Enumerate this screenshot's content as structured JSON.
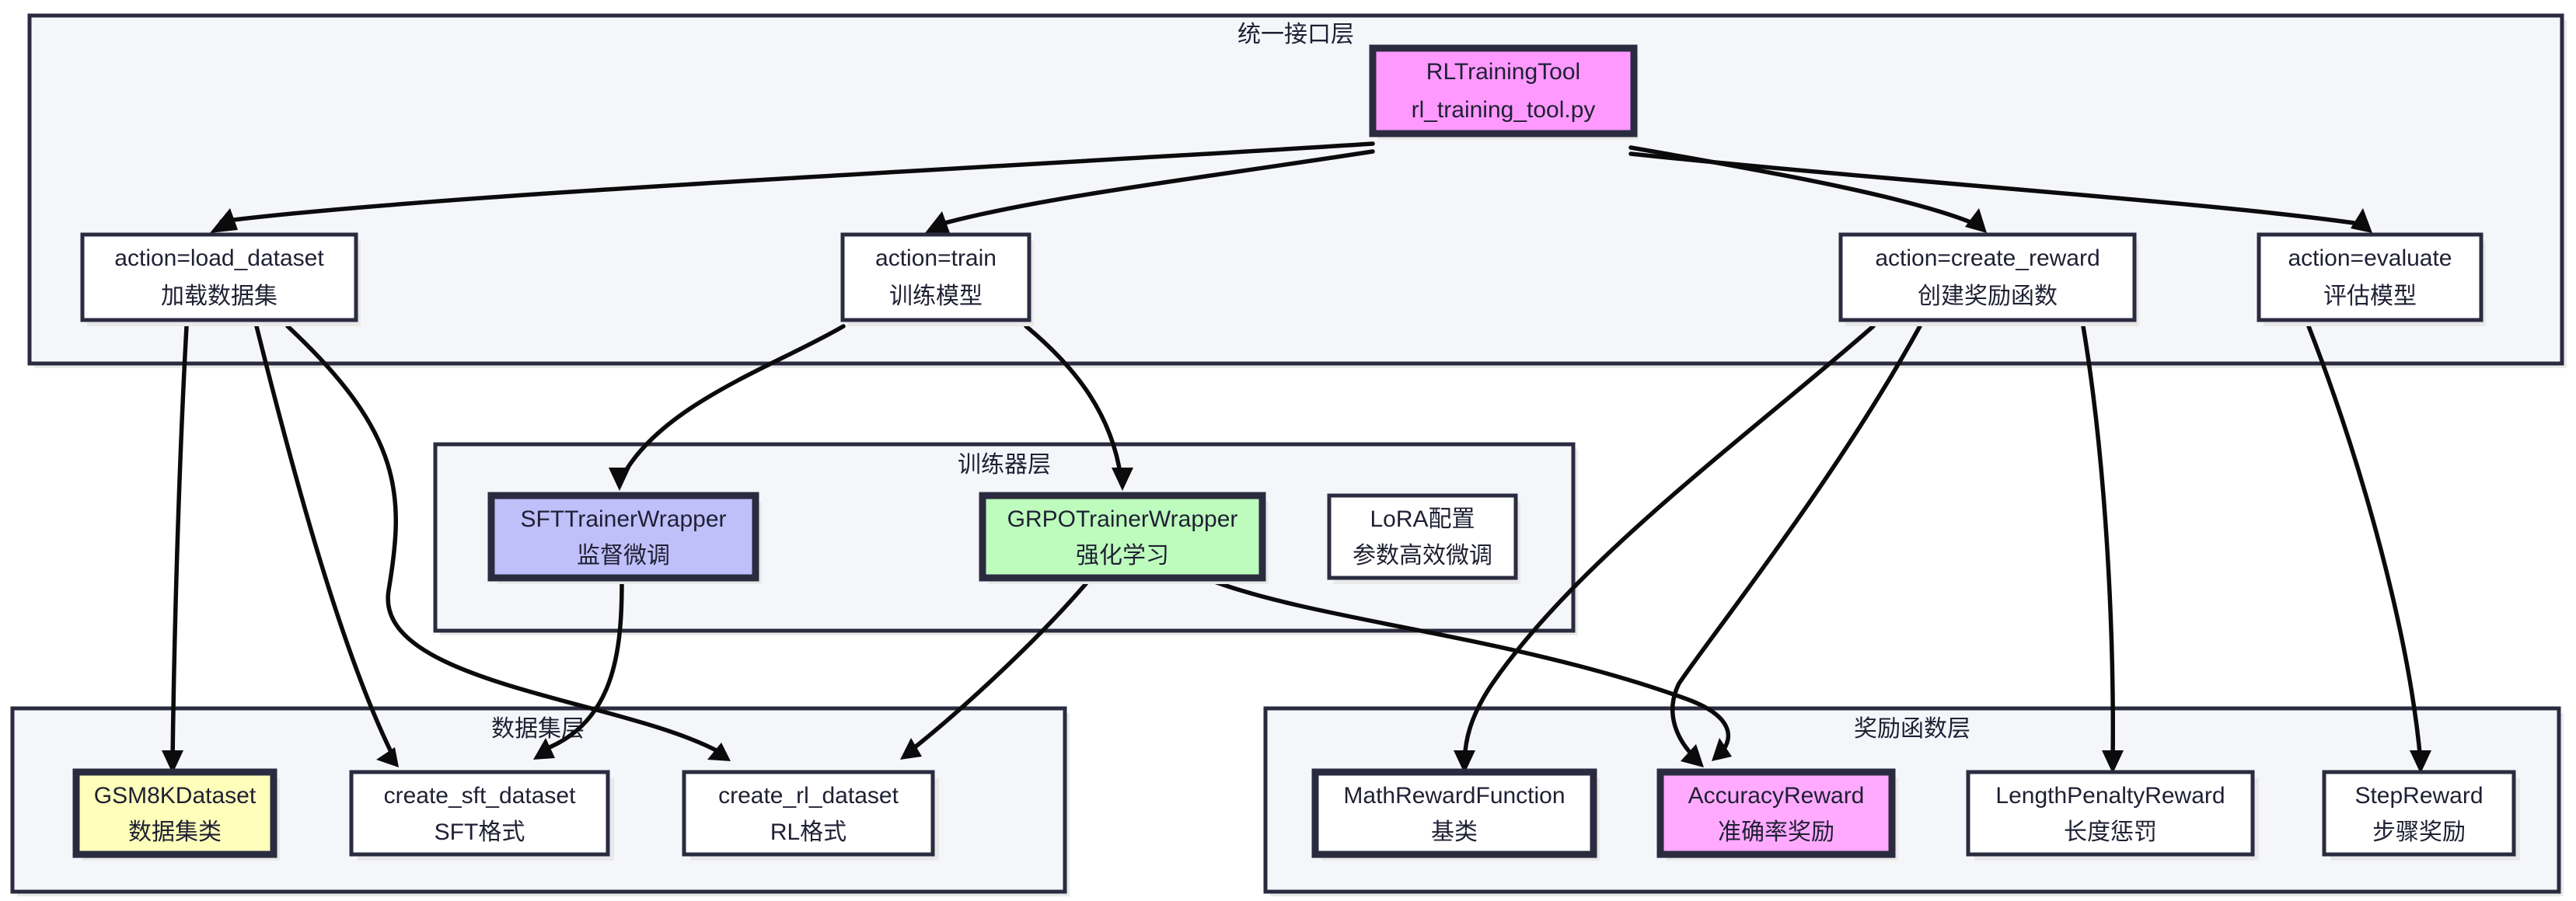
{
  "diagram": {
    "title_visible": false,
    "background": "#ffffff",
    "colors": {
      "cluster_fill": "#f5f6fa",
      "border": "#2b2b40",
      "edge": "#0b0b0b",
      "node_white": "#ffffff",
      "node_pink": "#ff99ff",
      "node_purple": "#bfbffa",
      "node_green": "#bdfcbd",
      "node_yellow": "#ffffbb",
      "node_magenta": "#ffaaff",
      "text": "#1f2033"
    },
    "clusters": [
      {
        "id": "interface-layer",
        "label": "统一接口层"
      },
      {
        "id": "trainer-layer",
        "label": "训练器层"
      },
      {
        "id": "dataset-layer",
        "label": "数据集层"
      },
      {
        "id": "reward-layer",
        "label": "奖励函数层"
      }
    ],
    "nodes": {
      "root": {
        "line1": "RLTrainingTool",
        "line2": "rl_training_tool.py",
        "color": "node_pink"
      },
      "load_dataset": {
        "line1": "action=load_dataset",
        "line2": "加载数据集",
        "color": "node_white"
      },
      "train": {
        "line1": "action=train",
        "line2": "训练模型",
        "color": "node_white"
      },
      "create_reward": {
        "line1": "action=create_reward",
        "line2": "创建奖励函数",
        "color": "node_white"
      },
      "evaluate": {
        "line1": "action=evaluate",
        "line2": "评估模型",
        "color": "node_white"
      },
      "sft_trainer": {
        "line1": "SFTTrainerWrapper",
        "line2": "监督微调",
        "color": "node_purple"
      },
      "grpo_trainer": {
        "line1": "GRPOTrainerWrapper",
        "line2": "强化学习",
        "color": "node_green"
      },
      "lora_config": {
        "line1": "LoRA配置",
        "line2": "参数高效微调",
        "color": "node_white"
      },
      "gsm8k": {
        "line1": "GSM8KDataset",
        "line2": "数据集类",
        "color": "node_yellow"
      },
      "create_sft": {
        "line1": "create_sft_dataset",
        "line2": "SFT格式",
        "color": "node_white"
      },
      "create_rl": {
        "line1": "create_rl_dataset",
        "line2": "RL格式",
        "color": "node_white"
      },
      "math_reward": {
        "line1": "MathRewardFunction",
        "line2": "基类",
        "color": "node_white"
      },
      "accuracy_reward": {
        "line1": "AccuracyReward",
        "line2": "准确率奖励",
        "color": "node_magenta"
      },
      "length_penalty": {
        "line1": "LengthPenaltyReward",
        "line2": "长度惩罚",
        "color": "node_white"
      },
      "step_reward": {
        "line1": "StepReward",
        "line2": "步骤奖励",
        "color": "node_white"
      }
    },
    "edges": [
      {
        "from": "root",
        "to": "load_dataset"
      },
      {
        "from": "root",
        "to": "train"
      },
      {
        "from": "root",
        "to": "create_reward"
      },
      {
        "from": "root",
        "to": "evaluate"
      },
      {
        "from": "load_dataset",
        "to": "gsm8k"
      },
      {
        "from": "load_dataset",
        "to": "create_sft"
      },
      {
        "from": "load_dataset",
        "to": "create_rl"
      },
      {
        "from": "train",
        "to": "sft_trainer"
      },
      {
        "from": "train",
        "to": "grpo_trainer"
      },
      {
        "from": "sft_trainer",
        "to": "create_sft"
      },
      {
        "from": "grpo_trainer",
        "to": "create_rl"
      },
      {
        "from": "grpo_trainer",
        "to": "accuracy_reward"
      },
      {
        "from": "create_reward",
        "to": "math_reward"
      },
      {
        "from": "create_reward",
        "to": "accuracy_reward"
      },
      {
        "from": "create_reward",
        "to": "length_penalty"
      },
      {
        "from": "evaluate",
        "to": "step_reward"
      }
    ]
  }
}
